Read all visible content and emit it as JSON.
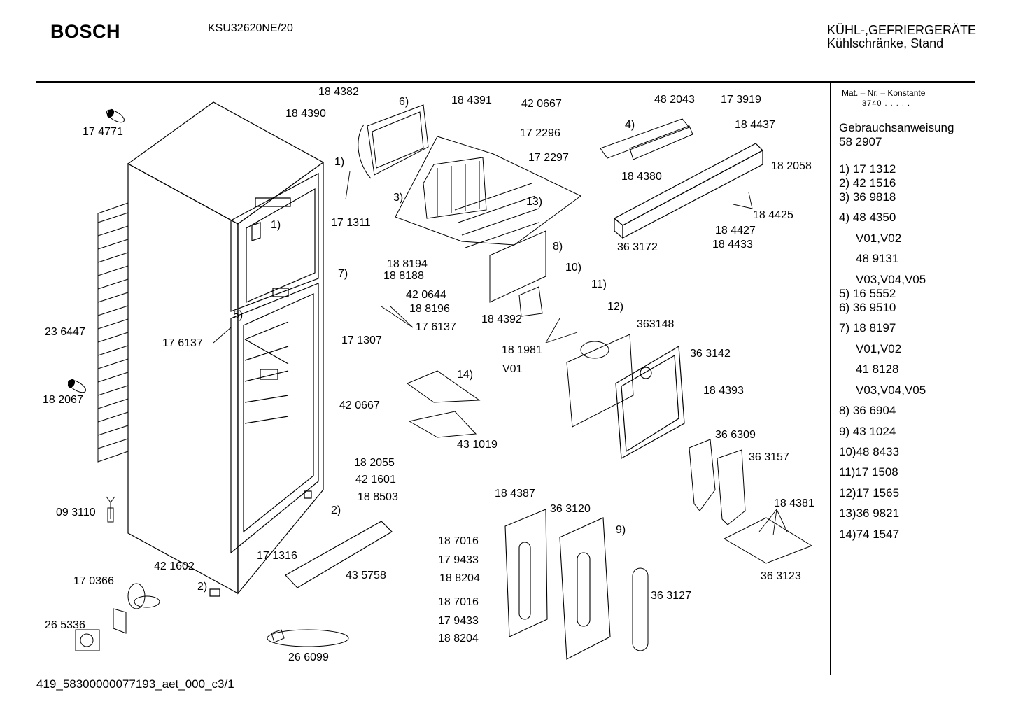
{
  "header": {
    "brand": "BOSCH",
    "model": "KSU32620NE/20",
    "category_line1": "KÜHL-,GEFRIERGERÄTE",
    "category_line2": "Kühlschränke, Stand"
  },
  "footer": {
    "doc_id": "419_58300000077193_aet_000_c3/1"
  },
  "diagram_labels": [
    "17 4771",
    "18 4382",
    "18 4390",
    "6)",
    "18 4391",
    "42 0667",
    "17 2296",
    "17 2297",
    "48 2043",
    "17 3919",
    "4)",
    "18 4437",
    "18 4380",
    "18 2058",
    "1)",
    "17 1311",
    "3)",
    "13)",
    "18 4425",
    "18 4427",
    "18 4433",
    "36 3172",
    "1)",
    "8)",
    "7)",
    "18 8194",
    "18 8188",
    "42 0644",
    "18 8196",
    "17 6137",
    "10)",
    "11)",
    "12)",
    "18 4392",
    "363148",
    "5)",
    "23 6447",
    "17 6137",
    "17 1307",
    "18 1981",
    "V01",
    "36 3142",
    "18 4393",
    "14)",
    "18 2067",
    "42 0667",
    "43 1019",
    "36 6309",
    "36 3157",
    "18 2055",
    "42 1601",
    "18 8503",
    "2)",
    "18 4387",
    "36 3120",
    "9)",
    "18 4381",
    "09 3110",
    "18 7016",
    "17 9433",
    "18 8204",
    "36 3123",
    "42 1602",
    "17 1316",
    "43 5758",
    "17 0366",
    "2)",
    "18 7016",
    "36 3127",
    "17 9433",
    "18 8204",
    "26 5336",
    "26 6099"
  ],
  "sidebar": {
    "mat_header": "Mat. – Nr. – Konstante",
    "mat_value": "3740  .  .  .  .  .",
    "manual_label": "Gebrauchsanweisung",
    "manual_number": "58 2907",
    "parts": [
      "1) 17 1312",
      "2) 42 1516",
      "3) 36 9818",
      "4) 48 4350",
      "V01,V02",
      "48 9131",
      "V03,V04,V05",
      "5) 16 5552",
      "6) 36 9510",
      "7) 18 8197",
      "V01,V02",
      "41 8128",
      "V03,V04,V05",
      "8) 36 6904",
      "9) 43 1024",
      "10)48 8433",
      "11)17 1508",
      "12)17 1565",
      "13)36 9821",
      "14)74 1547"
    ]
  }
}
